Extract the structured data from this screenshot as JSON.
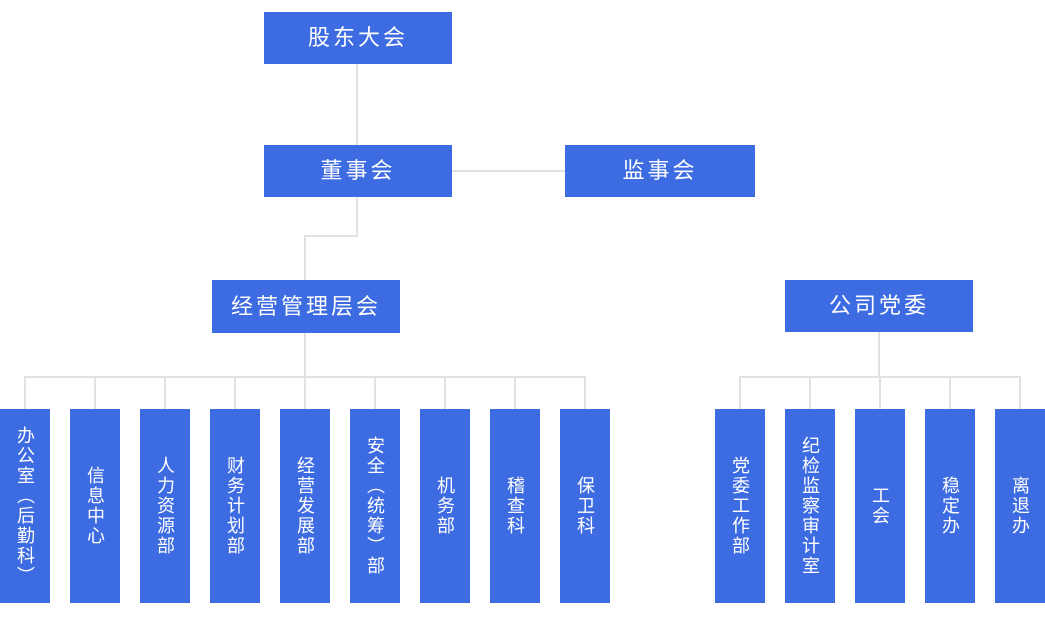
{
  "colors": {
    "node_bg": "#3d6be2",
    "node_text": "#ffffff",
    "connector": "#e2e2e2",
    "page_bg": "#ffffff"
  },
  "chart": {
    "shareholders": {
      "label": "股东大会"
    },
    "board": {
      "label": "董事会"
    },
    "supervisory": {
      "label": "监事会"
    },
    "management": {
      "label": "经营管理层会"
    },
    "party": {
      "label": "公司党委"
    },
    "management_children": [
      {
        "label": "办公室（后勤科）"
      },
      {
        "label": "信息中心"
      },
      {
        "label": "人力资源部"
      },
      {
        "label": "财务计划部"
      },
      {
        "label": "经营发展部"
      },
      {
        "label": "安全（统筹）部"
      },
      {
        "label": "机务部"
      },
      {
        "label": "稽查科"
      },
      {
        "label": "保卫科"
      }
    ],
    "party_children": [
      {
        "label": "党委工作部"
      },
      {
        "label": "纪检监察审计室"
      },
      {
        "label": "工会"
      },
      {
        "label": "稳定办"
      },
      {
        "label": "离退办"
      }
    ]
  }
}
